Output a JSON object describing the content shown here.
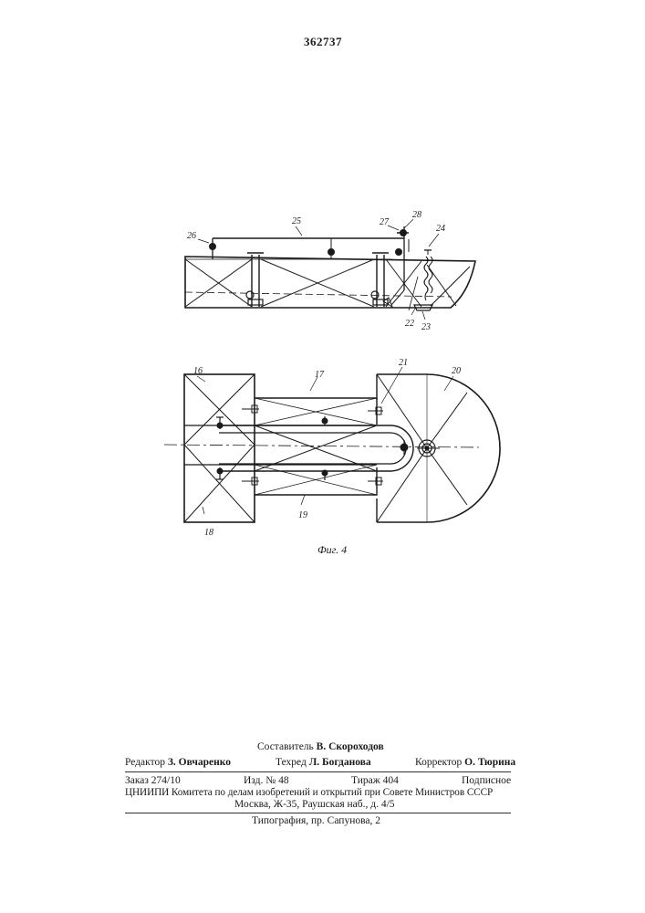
{
  "page_number": "362737",
  "figure": {
    "caption": "Фиг. 4",
    "labels": {
      "l16": "16",
      "l17": "17",
      "l18": "18",
      "l19": "19",
      "l20": "20",
      "l21": "21",
      "l22": "22",
      "l23": "23",
      "l24": "24",
      "l25": "25",
      "l26": "26",
      "l27": "27",
      "l28": "28"
    }
  },
  "footer": {
    "compiler_label": "Составитель",
    "compiler_name": "В. Скороходов",
    "editor_label": "Редактор",
    "editor_name": "З. Овчаренко",
    "tech_label": "Техред",
    "tech_name": "Л. Богданова",
    "corrector_label": "Корректор",
    "corrector_name": "О. Тюрина",
    "order": "Заказ 274/10",
    "issue": "Изд. № 48",
    "print_run": "Тираж 404",
    "subscription": "Подписное",
    "institute": "ЦНИИПИ Комитета по делам изобретений и открытий при Совете Министров СССР",
    "address": "Москва, Ж-35, Раушская наб., д. 4/5",
    "printer": "Типография, пр. Сапунова, 2"
  }
}
